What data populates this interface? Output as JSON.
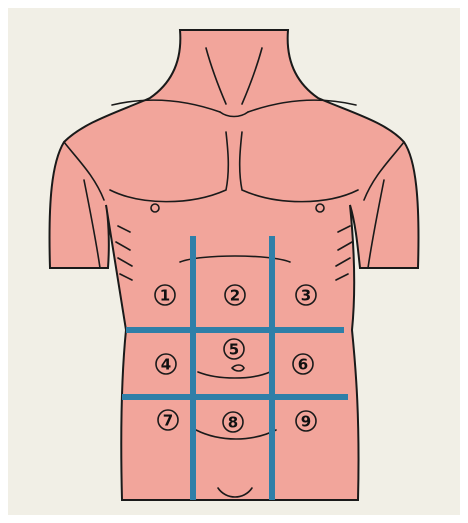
{
  "figure": {
    "background_color": "#f1efe6",
    "skin_color": "#f2a59b",
    "outline_color": "#1a1a1a",
    "grid_line_color": "#2f7fa8"
  },
  "regions": [
    {
      "number": "1"
    },
    {
      "number": "2"
    },
    {
      "number": "3"
    },
    {
      "number": "4"
    },
    {
      "number": "5"
    },
    {
      "number": "6"
    },
    {
      "number": "7"
    },
    {
      "number": "8"
    },
    {
      "number": "9"
    }
  ]
}
